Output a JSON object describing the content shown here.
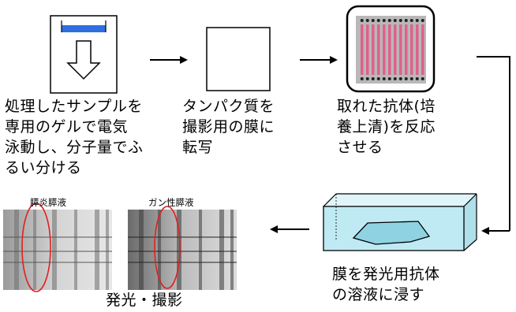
{
  "steps": {
    "electrophoresis": {
      "lines": [
        "処理したサンプルを",
        "専用のゲルで電気",
        "泳動し、分子量でふ",
        "るい分ける"
      ]
    },
    "transfer": {
      "lines": [
        "タンパク質を",
        "撮影用の膜に",
        "転写"
      ]
    },
    "antibody": {
      "lines": [
        "取れた抗体(培",
        "養上清)を反応",
        "させる"
      ]
    },
    "soak": {
      "lines": [
        "膜を発光用抗体",
        "の溶液に浸す"
      ]
    },
    "imaging": {
      "label": "発光・撮影",
      "blot_labels": [
        "膵炎膵液",
        "ガン性膵液"
      ]
    }
  },
  "colors": {
    "gel_blue": "#2f6fe0",
    "stripe_pink": "#e0608c",
    "card_gray": "#b8b8b8",
    "tank_water": "#bfeaf4",
    "highlight_red": "#e02020"
  }
}
